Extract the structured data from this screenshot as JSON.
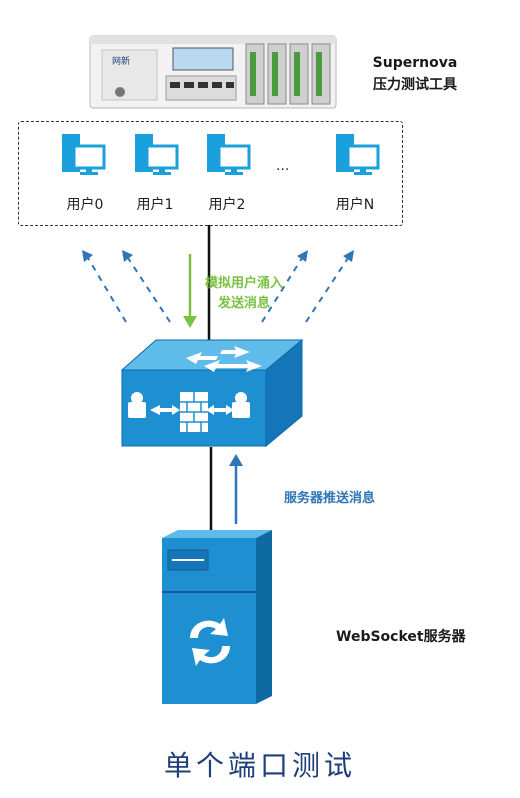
{
  "server_device": {
    "brand": "网新",
    "title_line1": "Supernova",
    "title_line2": "压力测试工具"
  },
  "users": [
    {
      "label": "用户0"
    },
    {
      "label": "用户1"
    },
    {
      "label": "用户2"
    },
    {
      "label": "用户N"
    }
  ],
  "ellipsis": "...",
  "simulate_label_line1": "模拟用户涌入",
  "simulate_label_line2": "发送消息",
  "push_label": "服务器推送消息",
  "ws_server_label": "WebSocket服务器",
  "caption": "单个端口测试",
  "colors": {
    "blue_icon": "#1aa0dc",
    "switch_blue": "#1e8fd0",
    "green_arrow": "#7ac143",
    "dark_blue_arrow": "#2e75b6"
  }
}
